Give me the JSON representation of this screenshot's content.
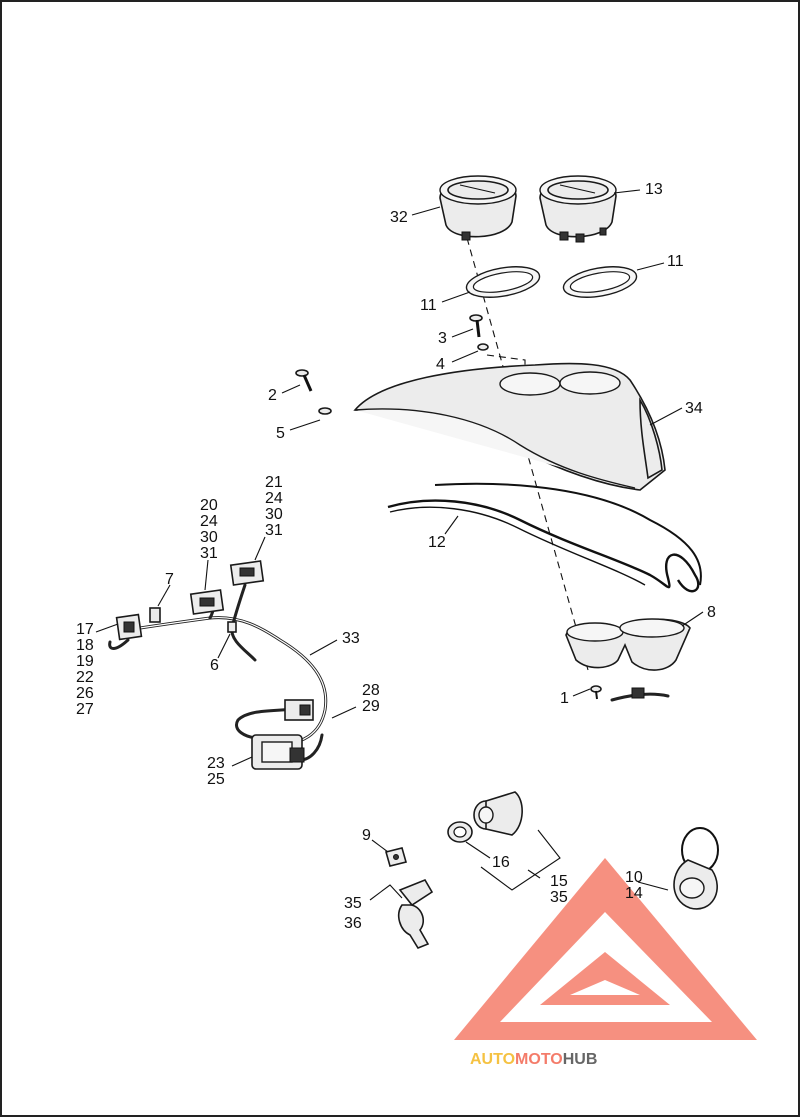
{
  "callouts": [
    {
      "id": "c32",
      "lines": [
        "32"
      ]
    },
    {
      "id": "c13",
      "lines": [
        "13"
      ]
    },
    {
      "id": "c11a",
      "lines": [
        "11"
      ]
    },
    {
      "id": "c11b",
      "lines": [
        "11"
      ]
    },
    {
      "id": "c3",
      "lines": [
        "3"
      ]
    },
    {
      "id": "c4",
      "lines": [
        "4"
      ]
    },
    {
      "id": "c2",
      "lines": [
        "2"
      ]
    },
    {
      "id": "c5",
      "lines": [
        "5"
      ]
    },
    {
      "id": "c34",
      "lines": [
        "34"
      ]
    },
    {
      "id": "c12",
      "lines": [
        "12"
      ]
    },
    {
      "id": "c8",
      "lines": [
        "8"
      ]
    },
    {
      "id": "c1",
      "lines": [
        "1"
      ]
    },
    {
      "id": "c21",
      "lines": [
        "21",
        "24",
        "30",
        "31"
      ]
    },
    {
      "id": "c20",
      "lines": [
        "20",
        "24",
        "30",
        "31"
      ]
    },
    {
      "id": "c7",
      "lines": [
        "7"
      ]
    },
    {
      "id": "c17",
      "lines": [
        "17",
        "18",
        "19",
        "22",
        "26",
        "27"
      ]
    },
    {
      "id": "c6",
      "lines": [
        "6"
      ]
    },
    {
      "id": "c33",
      "lines": [
        "33"
      ]
    },
    {
      "id": "c28",
      "lines": [
        "28",
        "29"
      ]
    },
    {
      "id": "c23",
      "lines": [
        "23",
        "25"
      ]
    },
    {
      "id": "c9",
      "lines": [
        "9"
      ]
    },
    {
      "id": "c16",
      "lines": [
        "16"
      ]
    },
    {
      "id": "c15",
      "lines": [
        "15",
        "35"
      ]
    },
    {
      "id": "c35",
      "lines": [
        "35",
        "36"
      ]
    },
    {
      "id": "c10",
      "lines": [
        "10",
        "14"
      ]
    }
  ],
  "watermark": {
    "part1": "AUTO",
    "part2": "MOTO",
    "part3": "HUB",
    "color1": "#f5c242",
    "color2": "#f47c6a",
    "color3": "#666666",
    "triangle_color": "#f47c6a"
  }
}
